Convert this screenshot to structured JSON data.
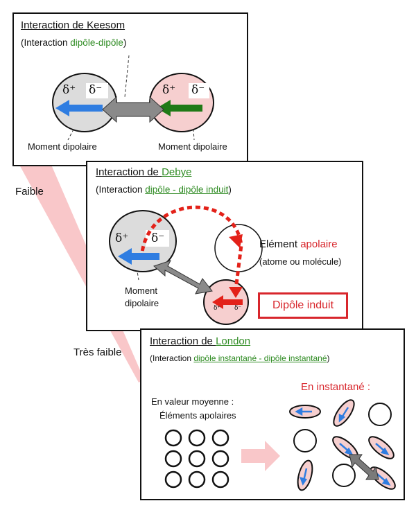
{
  "keesom": {
    "title_prefix": "Interaction de ",
    "title_name": "Keesom",
    "subtitle_open": "(Interaction ",
    "subtitle_type": "dipôle-dipôle",
    "subtitle_close": ")",
    "left_delta_plus": "δ⁺",
    "left_delta_minus": "δ⁻",
    "right_delta_plus": "δ⁺",
    "right_delta_minus": "δ⁻",
    "label_left": "Moment dipolaire",
    "label_right": "Moment dipolaire"
  },
  "debye": {
    "title_prefix": "Interaction de ",
    "title_name": "Debye",
    "subtitle_open": "(Interaction ",
    "subtitle_type": "dipôle - dipôle induit",
    "subtitle_close": ")",
    "delta_plus": "δ⁺",
    "delta_minus": "δ⁻",
    "small_plus": "δ⁺",
    "small_minus": "δ⁻",
    "element_prefix": "Elément ",
    "element_word": "apolaire",
    "element_note": "(atome ou molécule)",
    "moment_line1": "Moment",
    "moment_line2": "dipolaire",
    "induced_label": "Dipôle induit"
  },
  "london": {
    "title_prefix": "Interaction de ",
    "title_name": "London",
    "subtitle_open": "(Interaction ",
    "subtitle_type": "dipôle instantané - dipôle instantané",
    "subtitle_close": ")",
    "mean_line1": "En valeur moyenne :",
    "mean_line2": "Éléments apolaires",
    "instant_label": "En instantané :"
  },
  "strength": {
    "weak": "Faible",
    "very_weak": "Très faible"
  },
  "colors": {
    "blue_arrow": "#2f7de1",
    "green_arrow": "#1f7a17",
    "red_arrow": "#e32119",
    "grey_circle": "#dcdcdc",
    "pink_circle": "#f6cfcf",
    "wedge": "#f9c7c9"
  }
}
